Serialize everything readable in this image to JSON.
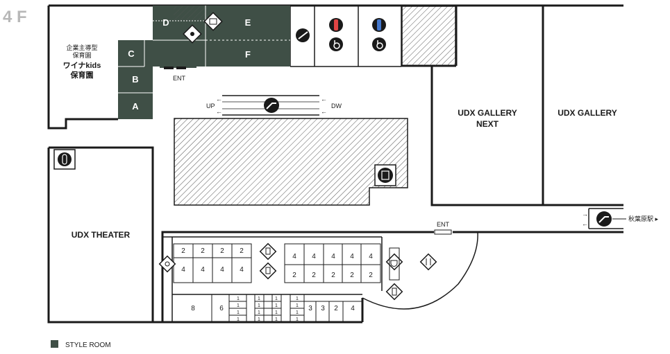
{
  "floor": {
    "label": "4 F"
  },
  "colors": {
    "style_room": "#3f4f46",
    "wall": "#1a1a1a",
    "hatch": "#333333",
    "gray_text": "#b8b8b8"
  },
  "rooms": {
    "A": "A",
    "B": "B",
    "C": "C",
    "D": "D",
    "E": "E",
    "F": "F"
  },
  "nursery": {
    "line1": "企業主導型",
    "line2": "保育園",
    "line3": "ワイナkids",
    "line4": "保育園"
  },
  "labels": {
    "ent_top": "ENT",
    "ent_mid": "ENT",
    "up": "UP",
    "dw": "DW",
    "gallery_next_1": "UDX GALLERY",
    "gallery_next_2": "NEXT",
    "gallery": "UDX GALLERY",
    "theater": "UDX THEATER",
    "station": "秋葉原駅 ▸"
  },
  "restaurants": {
    "top_left": [
      "2",
      "2",
      "2",
      "2"
    ],
    "bottom_left": [
      "4",
      "4",
      "4",
      "4"
    ],
    "top_right": [
      "4",
      "4",
      "4",
      "4",
      "4"
    ],
    "bottom_right": [
      "2",
      "2",
      "2",
      "2",
      "2"
    ],
    "lower_8": "8",
    "lower_6": "6",
    "lower_right": [
      "3",
      "3",
      "2",
      "4"
    ]
  },
  "legend": {
    "label": "STYLE ROOM"
  },
  "icons": [
    "smoking-icon",
    "restroom-female-icon",
    "restroom-male-icon",
    "wheelchair-icon",
    "escalator-icon",
    "elevator-icon",
    "atm-icon",
    "cafe-icon",
    "restaurant-icon",
    "baby-icon"
  ]
}
